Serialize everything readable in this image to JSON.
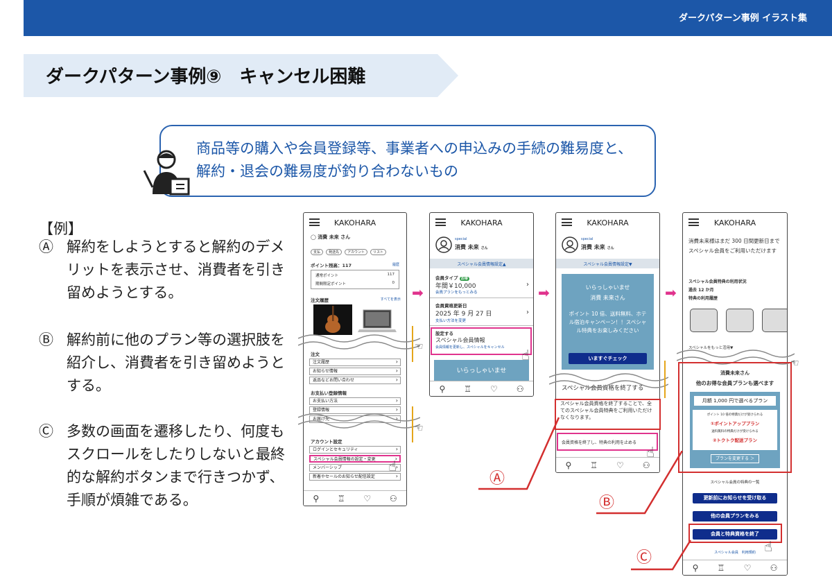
{
  "header": {
    "title": "ダークパターン事例 イラスト集"
  },
  "page_title": "ダークパターン事例⑨　キャンセル困難",
  "definition": "商品等の購入や会員登録等、事業者への申込みの手続の難易度と、解約・退会の難易度が釣り合わないもの",
  "examples": {
    "heading": "【例】",
    "items": [
      {
        "mark": "Ⓐ",
        "text": "解約をしようとすると解約のデメリットを表示させ、消費者を引き留めようとする。"
      },
      {
        "mark": "Ⓑ",
        "text": "解約前に他のプラン等の選択肢を紹介し、消費者を引き留めようとする。"
      },
      {
        "mark": "Ⓒ",
        "text": "多数の画面を遷移したり、何度もスクロールをしたりしないと最終的な解約ボタンまで行きつかず、手順が煩雑である。"
      }
    ]
  },
  "phones": {
    "brand": "KAKOHARA",
    "footer_icons": [
      "⚲",
      "♖",
      "♡",
      "⚇"
    ],
    "p1": {
      "user": "消費 未来",
      "san": "さん",
      "chips": [
        "支払",
        "発送先",
        "アカウント",
        "リスト"
      ],
      "points_label": "ポイント残高：117",
      "points_more": "履歴",
      "normal_points": "通常ポイント",
      "normal_val": "117",
      "limited_points": "期間限定ポイント",
      "limited_val": "0",
      "orders_title": "注文履歴",
      "orders_more": "すべてを表示",
      "order_section": "注文",
      "order_rows": [
        "注文履歴",
        "お知らせ情報",
        "返品などお問い合わせ"
      ],
      "pay_section": "お支払い登録情報",
      "pay_rows": [
        "お支払い方法",
        "登録情報",
        "お届け先"
      ],
      "account_section": "アカウント設定",
      "account_rows": [
        "ログインとセキュリティ",
        "スペシャル会員情報の設定・変更",
        "メンバーシップ",
        "新着やセールのお知らせ配信設定"
      ]
    },
    "p2": {
      "special": "special",
      "user": "消費 未来",
      "san": "さん",
      "bar": "スペシャル会員情報設定▲",
      "type_label": "会員タイプ",
      "type_badge": "お得",
      "type_price": "年間￥10,000",
      "type_link": "会員プランをもっとみる",
      "renew_label": "会員資格更新日",
      "renew_date": "2025 年 9 月 27 日",
      "renew_link": "支払い方法を変更",
      "setting_label": "設定する",
      "setting_title": "スペシャル会員情報",
      "setting_link": "会員情報を更新し、スペシャルをキャンセル",
      "welcome": "いらっしゃいませ"
    },
    "p3": {
      "special": "special",
      "user": "消費 未来",
      "san": "さん",
      "bar": "スペシャル会員情報設定▼",
      "welcome1": "いらっしゃいませ",
      "welcome2": "消費 未来さん",
      "promo": "ポイント 10 倍、送料無料、ホテル宿泊キャンペーン！！スペシャル特典をお楽しみください",
      "check_btn": "いますぐチェック",
      "end_title": "スペシャル会員資格を終了する",
      "end_warning": "スペシャル会員資格を終了することで、全てのスペシャル会員特典をご利用いただけなくなります。",
      "end_btn": "会員資格を終了し、特典の利用を止める"
    },
    "p4": {
      "notice": "消費未来様はまだ 300 日間更新日までスペシャル会員をご利用いただけます",
      "status_title": "スペシャル会員特典の利用状況",
      "status_period": "過去 12 か月",
      "status_history": "特典の利用履歴",
      "more": "スペシャルをもっと活用▼",
      "offer_name": "消費未来さん",
      "offer_title": "他のお得な会員プランも選べます",
      "plan_title": "月額 1,000 円で選べるプラン",
      "plan_line1": "ポイント 10 倍の特典だけが受けられる",
      "plan_opt1": "①ポイントアッププラン",
      "plan_line2": "送料無料の特典だけが受けられる",
      "plan_opt2": "②トクトク配送プラン",
      "plan_btn": "プランを変更する ＞",
      "benefit_list": "スペシャル会員の特典の一覧",
      "btn1": "更新前にお知らせを受け取る",
      "btn2": "他の会員プランをみる",
      "btn3": "会員と特典資格を終了",
      "foot_links": "スペシャル会員　利用規約"
    }
  },
  "labels": {
    "a": "Ⓐ",
    "b": "Ⓑ",
    "c": "Ⓒ"
  },
  "colors": {
    "header": "#1c57a8",
    "accent_pink": "#e0338d",
    "alert_red": "#d32f2f",
    "navy_button": "#0f2d8c",
    "teal": "#6ea3c0"
  }
}
